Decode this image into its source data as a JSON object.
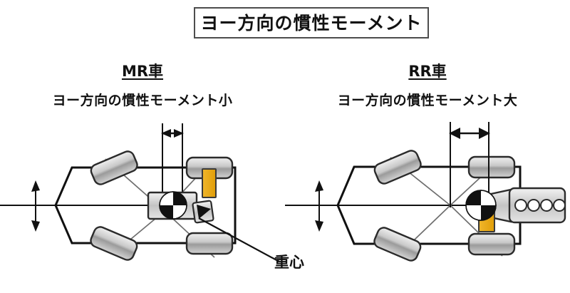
{
  "title": {
    "text": "ヨー方向の慣性モーメント"
  },
  "columns": [
    {
      "id": "mr",
      "car_label": "MR車",
      "moment_label": "ヨー方向の慣性モーメント小",
      "dimension_arrow": "short",
      "engine_layout": "mid-rear",
      "cg_marker": "center-of-gravity-symbol"
    },
    {
      "id": "rr",
      "car_label": "RR車",
      "moment_label": "ヨー方向の慣性モーメント大",
      "dimension_arrow": "long",
      "engine_layout": "rear",
      "cg_marker": "center-of-gravity-symbol"
    }
  ],
  "annotations": {
    "cg_caption": "重心"
  },
  "colors": {
    "outline": "#111111",
    "tire_light": "#e2e2e2",
    "tire_dark": "#8a8a8a",
    "engine_orange": "#ecab19",
    "guide_line": "#6e6e6e",
    "background": "#ffffff",
    "title_border": "#4d4d4d"
  }
}
